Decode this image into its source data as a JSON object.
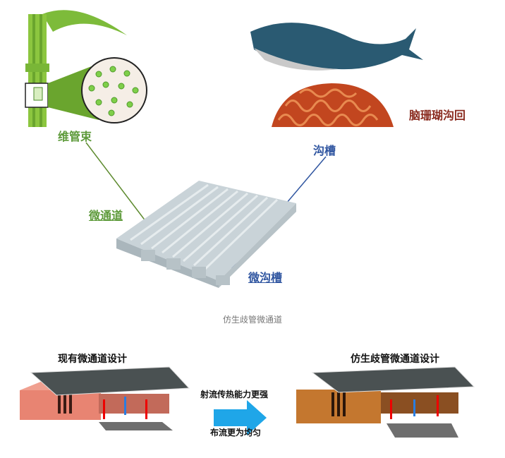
{
  "top_figure": {
    "labels": {
      "vascular_bundle": "维管束",
      "brain_coral": "脑珊瑚沟回",
      "groove": "沟槽",
      "microchannel": "微通道",
      "micro_groove": "微沟槽"
    },
    "caption": "仿生歧管微通道"
  },
  "bottom_figure": {
    "left_title": "现有微通道设计",
    "right_title": "仿生歧管微通道设计",
    "arrow_text_top": "射流传热能力更强",
    "arrow_text_bottom": "布流更为均匀"
  },
  "colors": {
    "green": "#5d9a3a",
    "blue": "#2f55a0",
    "coral": "#c2461f",
    "arrow": "#1fa6e8"
  }
}
